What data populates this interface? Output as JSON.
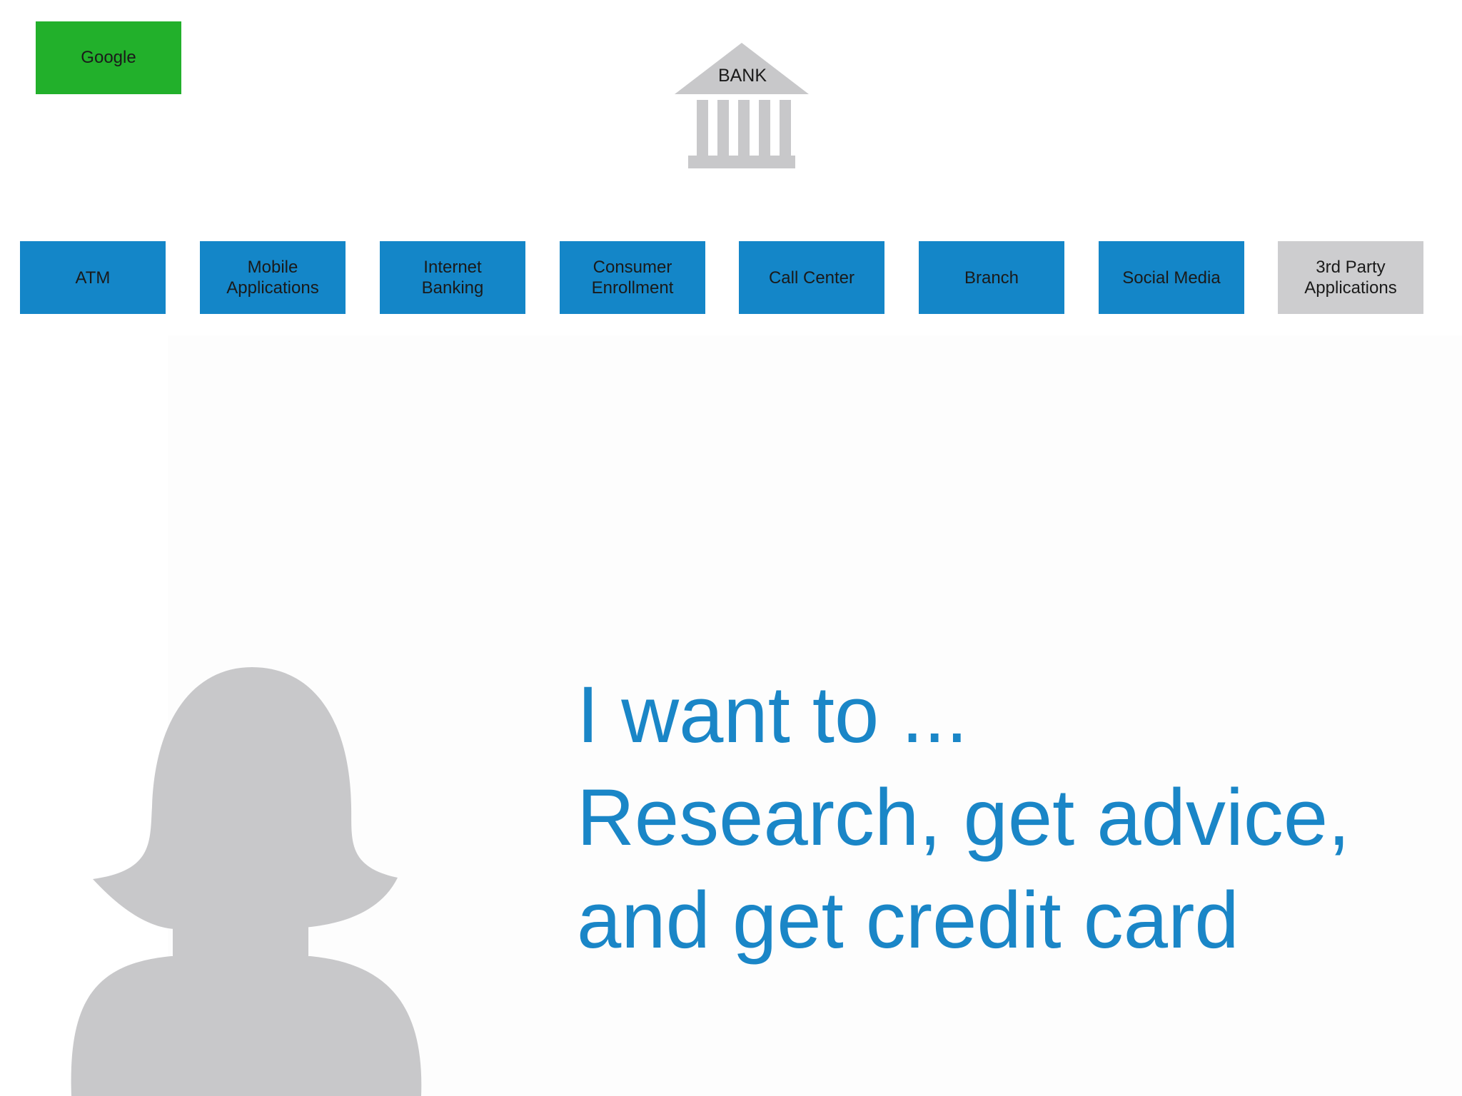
{
  "google": {
    "label": "Google"
  },
  "bank": {
    "label": "BANK"
  },
  "channels": [
    {
      "label": "ATM",
      "style": "blue"
    },
    {
      "label": "Mobile\nApplications",
      "style": "blue"
    },
    {
      "label": "Internet\nBanking",
      "style": "blue"
    },
    {
      "label": "Consumer\nEnrollment",
      "style": "blue"
    },
    {
      "label": "Call Center",
      "style": "blue"
    },
    {
      "label": "Branch",
      "style": "blue"
    },
    {
      "label": "Social Media",
      "style": "blue"
    },
    {
      "label": "3rd Party\nApplications",
      "style": "grey"
    }
  ],
  "headline": {
    "line1": "I want to ...",
    "line2": "Research, get advice,",
    "line3": "and get credit card"
  },
  "colors": {
    "google": "#22b02b",
    "channel_blue": "#1486c8",
    "channel_grey": "#cdcdcf",
    "headline": "#1a86c7",
    "icon_grey": "#c8c8ca"
  },
  "icons": {
    "bank": "bank-building-icon",
    "person": "person-silhouette-icon"
  }
}
